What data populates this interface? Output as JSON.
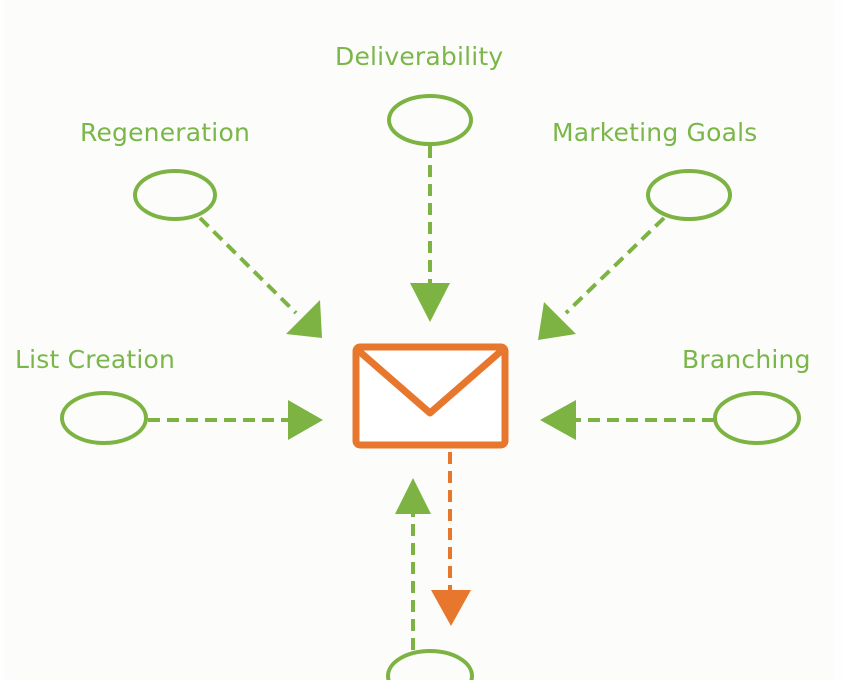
{
  "colors": {
    "green": "#7cb342",
    "orange": "#e8772e",
    "label": "#7ab648",
    "background": "#fcfdfb"
  },
  "nodes": [
    {
      "id": "deliverability",
      "label": "Deliverability"
    },
    {
      "id": "regeneration",
      "label": "Regeneration"
    },
    {
      "id": "marketing-goals",
      "label": "Marketing Goals"
    },
    {
      "id": "list-creation",
      "label": "List Creation"
    },
    {
      "id": "branching",
      "label": "Branching"
    },
    {
      "id": "bottom-node",
      "label": ""
    }
  ],
  "center": {
    "icon": "envelope-icon"
  }
}
